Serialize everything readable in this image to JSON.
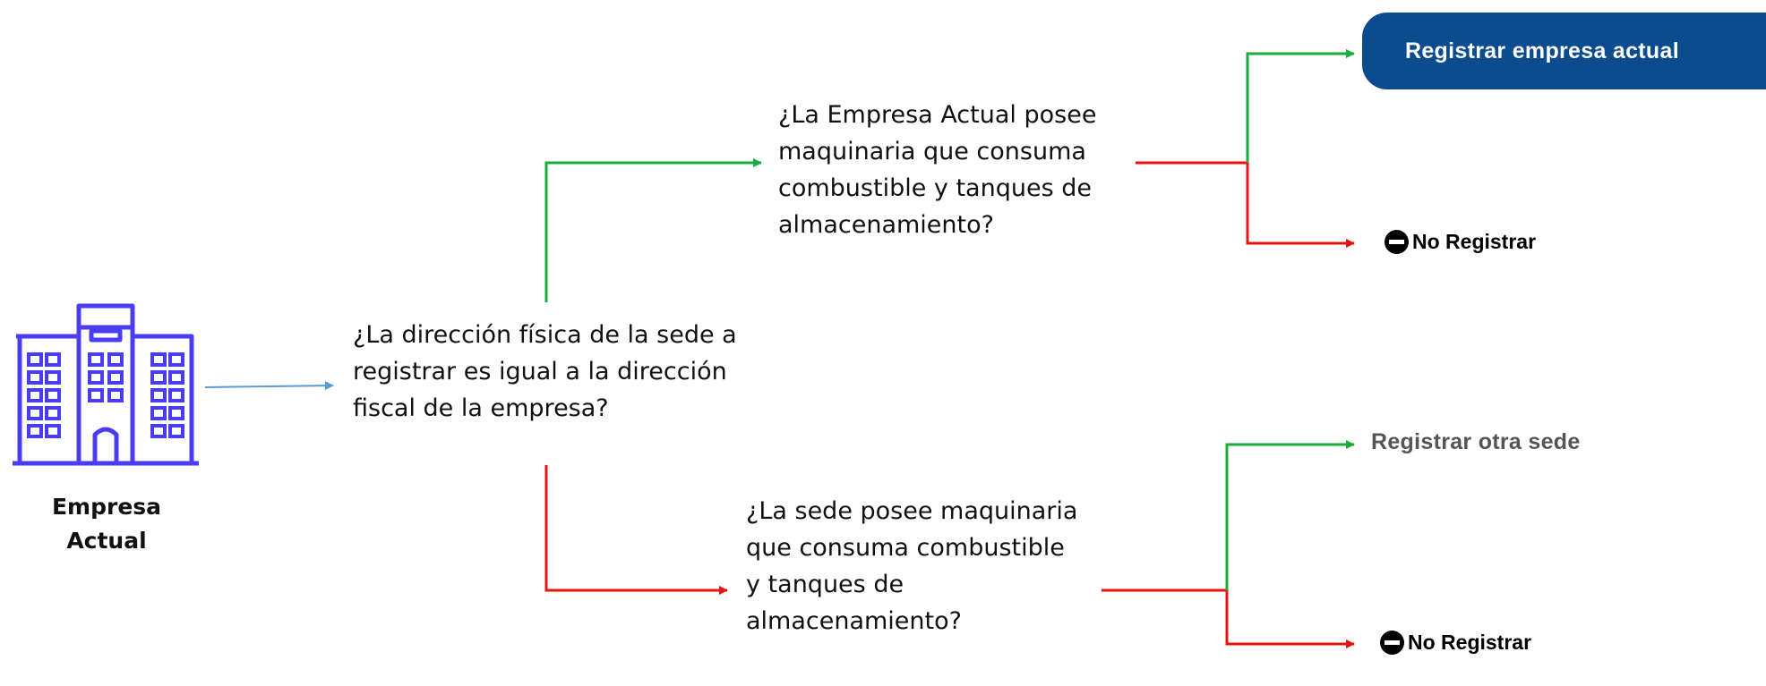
{
  "building_label": "Empresa\nActual",
  "question_main": "¿La dirección física de la sede a registrar es igual a la dirección fiscal de la empresa?",
  "question_top": "¿La Empresa Actual posee maquinaria que consuma combustible y tanques de almacenamiento?",
  "question_bottom": "¿La sede posee maquinaria que consuma combustible y tanques de almacenamiento?",
  "register_current_button": "Registrar empresa actual",
  "register_other_label": "Registrar otra sede",
  "no_register_top": "No Registrar",
  "no_register_bottom": "No Registrar",
  "colors": {
    "yes": "#1aad3c",
    "no": "#e81313",
    "link": "#5b9bd5",
    "building": "#4a3cf0",
    "button": "#0b4c8f"
  }
}
